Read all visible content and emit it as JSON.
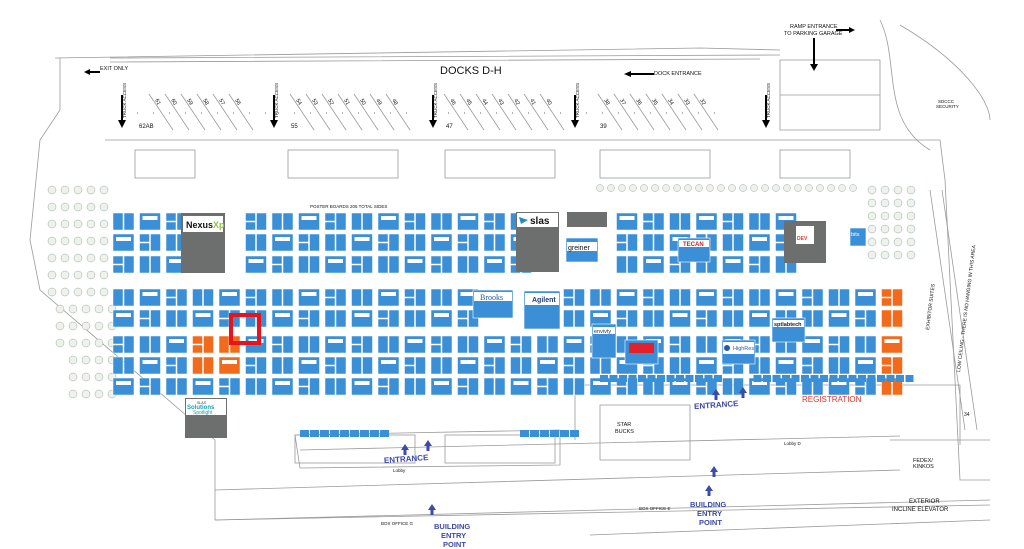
{
  "map": {
    "title": "DOCKS D-H",
    "exit_only": "EXIT ONLY",
    "truck_access": "TRUCK ACCESS",
    "dock_entrance": "DOCK ENTRANCE",
    "ramp_entrance": [
      "RAMP ENTRANCE",
      "TO PARKING GARAGE"
    ],
    "security": [
      "SDCCC",
      "SECURITY"
    ],
    "dock_numbers_group1": [
      "61",
      "60",
      "59",
      "58",
      "57",
      "56"
    ],
    "dock_numbers_group2": [
      "54",
      "53",
      "52",
      "51",
      "50",
      "49",
      "48"
    ],
    "dock_numbers_group3": [
      "46",
      "45",
      "44",
      "43",
      "42",
      "41",
      "40"
    ],
    "dock_numbers_group4": [
      "38",
      "37",
      "36",
      "35",
      "34",
      "33",
      "32"
    ],
    "dock_labels": [
      "62AB",
      "55",
      "47",
      "39"
    ],
    "poster_boards": "POSTER BOARDS 205 TOTAL SIDES",
    "exhibitors": {
      "nexus": "Nexus",
      "nexus_suffix": "Xp",
      "slas": "slas",
      "greiner": "greiner",
      "tecan": "TECAN",
      "brooks": "Brooks",
      "agilent": "Agilent",
      "envivty": "envivty",
      "highres": "HighRes",
      "sptlabtech": "sptlabtech",
      "bits": "bits"
    },
    "solutions_spotlight": [
      "SLAS",
      "Solutions",
      "Spotlight"
    ],
    "exhibitor_suites": "EXHIBITOR SUITES",
    "low_ceiling": "LOW CEILING - THERE IS NO HANGING IN THIS AREA",
    "entrance": "ENTRANCE",
    "registration": "REGISTRATION",
    "starbucks": [
      "STAR",
      "BUCKS"
    ],
    "lobby": "Lobby",
    "lobby_d": "Lobby D",
    "box_office_g": "BOX OFFICE G",
    "box_office_e": "BOX OFFICE E",
    "building_entry_point": [
      "BUILDING",
      "ENTRY",
      "POINT"
    ],
    "fedex": [
      "FEDEX/",
      "KINKOS"
    ],
    "exterior_elevator": [
      "EXTERIOR",
      "INCLINE ELEVATOR"
    ],
    "suite_number": "34",
    "colors": {
      "booth": "#3a8fd6",
      "highlight": "#e8141b",
      "suite": "#f26b1d",
      "sponsor": "#6d6e6e",
      "entry": "#3c4aa8",
      "registration": "#d9382f"
    }
  }
}
